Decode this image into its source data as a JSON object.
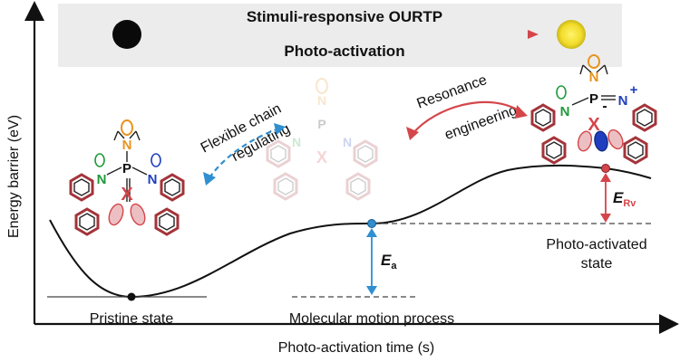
{
  "banner": {
    "line1": "Stimuli-responsive OURTP",
    "line2": "Photo-activation"
  },
  "axes": {
    "ylabel": "Energy barrier (eV)",
    "xlabel": "Photo-activation time (s)"
  },
  "states": {
    "pristine": "Pristine state",
    "motion": "Molecular motion process",
    "activated_line1": "Photo-activated",
    "activated_line2": "state"
  },
  "annotations": {
    "flexible_line1": "Flexible chain",
    "flexible_line2": "regulating",
    "resonance_line1": "Resonance",
    "resonance_line2": "engineering",
    "ea_main": "E",
    "ea_sub": "a",
    "erv_main": "E",
    "erv_sub": "Rv"
  },
  "molecule_labels": {
    "nitrogen": "N",
    "phosphorus": "P",
    "cross": "X",
    "plus": "+",
    "minus": "-"
  },
  "colors": {
    "banner_bg": "#ececec",
    "teal_arrow": "#2f8fd0",
    "red_arrow": "#d4464a",
    "curve": "#111111",
    "nitrogen_blue": "#1f3fbf",
    "nitrogen_green": "#1f9a3a",
    "amine_orange": "#e8931e",
    "ring_red": "#a3343a"
  }
}
